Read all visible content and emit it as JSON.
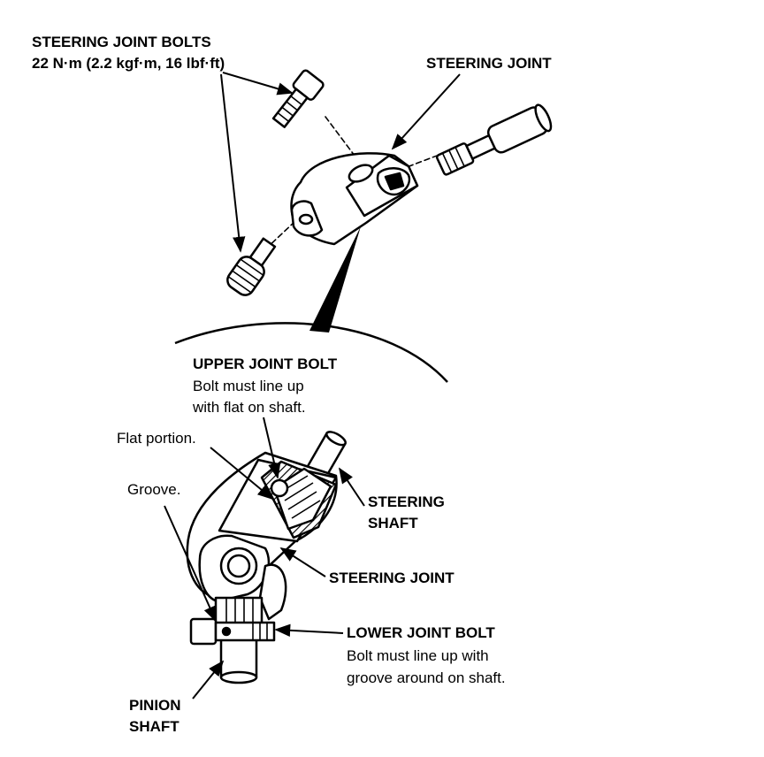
{
  "torque_spec": {
    "title": "STEERING JOINT BOLTS",
    "value": "22 N·m (2.2 kgf·m, 16 lbf·ft)"
  },
  "labels": {
    "steering_joint_top": "STEERING JOINT",
    "upper_joint_bolt": {
      "title": "UPPER JOINT BOLT",
      "note_line1": "Bolt must line up",
      "note_line2": "with flat on shaft."
    },
    "flat_portion": "Flat portion.",
    "groove": "Groove.",
    "steering_shaft_line1": "STEERING",
    "steering_shaft_line2": "SHAFT",
    "steering_joint_bottom": "STEERING JOINT",
    "lower_joint_bolt": {
      "title": "LOWER JOINT BOLT",
      "note_line1": "Bolt must line up with",
      "note_line2": "groove around on shaft."
    },
    "pinion_shaft_line1": "PINION",
    "pinion_shaft_line2": "SHAFT"
  },
  "colors": {
    "ink": "#000000",
    "paper": "#ffffff"
  }
}
